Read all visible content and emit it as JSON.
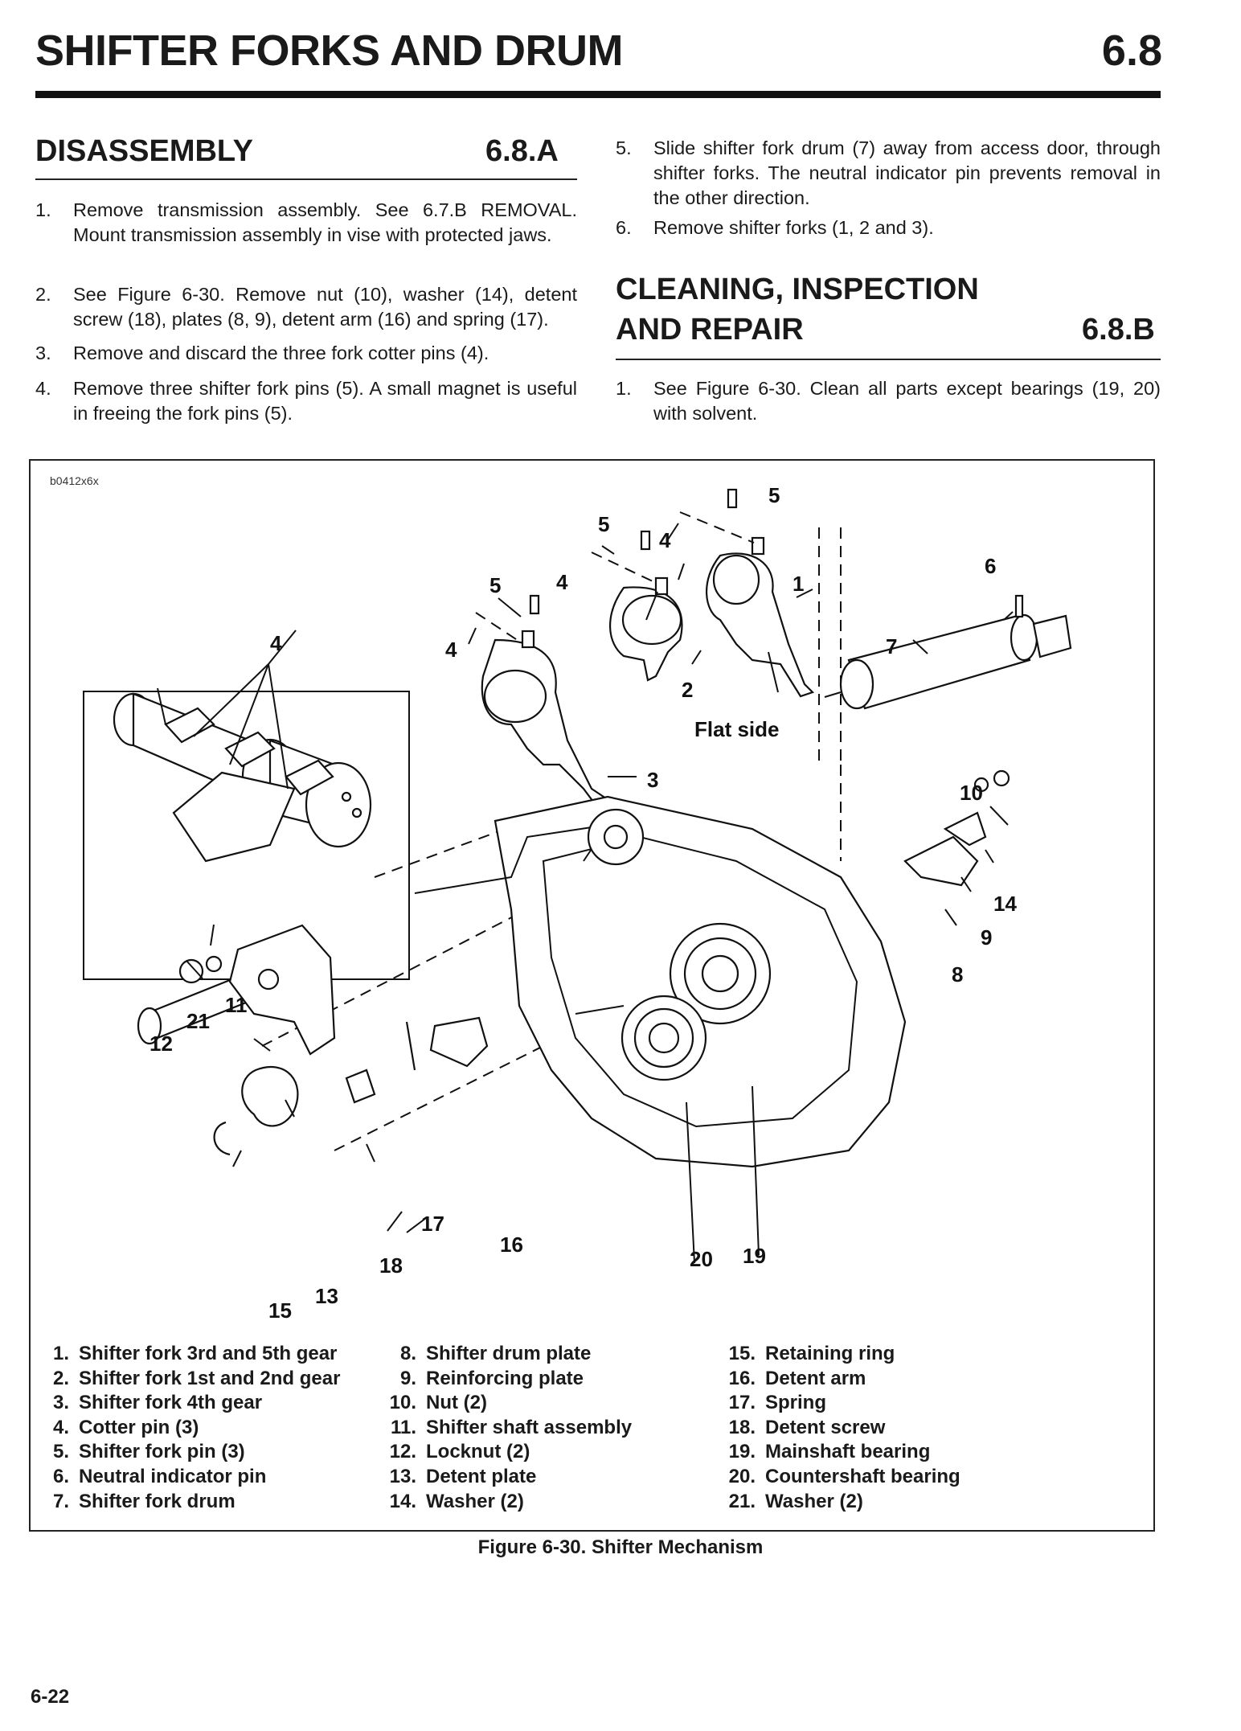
{
  "header": {
    "title": "SHIFTER FORKS AND DRUM",
    "section_number": "6.8"
  },
  "disassembly": {
    "title": "DISASSEMBLY",
    "number": "6.8.A",
    "steps": [
      {
        "n": "1.",
        "text": "Remove transmission assembly. See 6.7.B REMOVAL. Mount transmission assembly in vise with protected jaws."
      },
      {
        "n": "2.",
        "text": "See Figure 6-30. Remove nut (10), washer (14), detent screw (18), plates (8, 9), detent arm (16) and spring (17)."
      },
      {
        "n": "3.",
        "text": "Remove and discard the three fork cotter pins (4)."
      },
      {
        "n": "4.",
        "text": "Remove three shifter fork pins (5). A small magnet is useful in freeing the fork pins (5)."
      },
      {
        "n": "5.",
        "text": "Slide shifter fork drum (7) away from access door, through shifter forks. The neutral indicator pin prevents removal in the other direction."
      },
      {
        "n": "6.",
        "text": "Remove shifter forks (1, 2 and 3)."
      }
    ]
  },
  "cleaning": {
    "title_line1": "CLEANING, INSPECTION",
    "title_line2": "AND REPAIR",
    "number": "6.8.B",
    "steps": [
      {
        "n": "1.",
        "text": "See Figure 6-30. Clean all parts except bearings (19, 20) with solvent."
      }
    ]
  },
  "figure": {
    "id": "b0412x6x",
    "caption": "Figure 6-30. Shifter Mechanism",
    "callouts": {
      "flat_side": "Flat side",
      "c1": "1",
      "c2": "2",
      "c3": "3",
      "c4": "4",
      "c5": "5",
      "c6": "6",
      "c7": "7",
      "c8": "8",
      "c9": "9",
      "c10": "10",
      "c11": "11",
      "c12": "12",
      "c13": "13",
      "c14": "14",
      "c15": "15",
      "c16": "16",
      "c17": "17",
      "c18": "18",
      "c19": "19",
      "c20": "20",
      "c21": "21"
    },
    "legend": [
      [
        {
          "n": "1.",
          "label": "Shifter fork 3rd and 5th gear"
        },
        {
          "n": "2.",
          "label": "Shifter fork 1st and 2nd gear"
        },
        {
          "n": "3.",
          "label": "Shifter fork 4th gear"
        },
        {
          "n": "4.",
          "label": "Cotter pin (3)"
        },
        {
          "n": "5.",
          "label": "Shifter fork pin (3)"
        },
        {
          "n": "6.",
          "label": "Neutral indicator pin"
        },
        {
          "n": "7.",
          "label": "Shifter fork drum"
        }
      ],
      [
        {
          "n": "8.",
          "label": "Shifter drum plate"
        },
        {
          "n": "9.",
          "label": "Reinforcing plate"
        },
        {
          "n": "10.",
          "label": "Nut (2)"
        },
        {
          "n": "11.",
          "label": "Shifter shaft assembly"
        },
        {
          "n": "12.",
          "label": "Locknut (2)"
        },
        {
          "n": "13.",
          "label": "Detent plate"
        },
        {
          "n": "14.",
          "label": "Washer (2)"
        }
      ],
      [
        {
          "n": "15.",
          "label": "Retaining ring"
        },
        {
          "n": "16.",
          "label": "Detent arm"
        },
        {
          "n": "17.",
          "label": "Spring"
        },
        {
          "n": "18.",
          "label": "Detent screw"
        },
        {
          "n": "19.",
          "label": "Mainshaft bearing"
        },
        {
          "n": "20.",
          "label": "Countershaft bearing"
        },
        {
          "n": "21.",
          "label": "Washer (2)"
        }
      ]
    ]
  },
  "footer": {
    "page_number": "6-22"
  }
}
